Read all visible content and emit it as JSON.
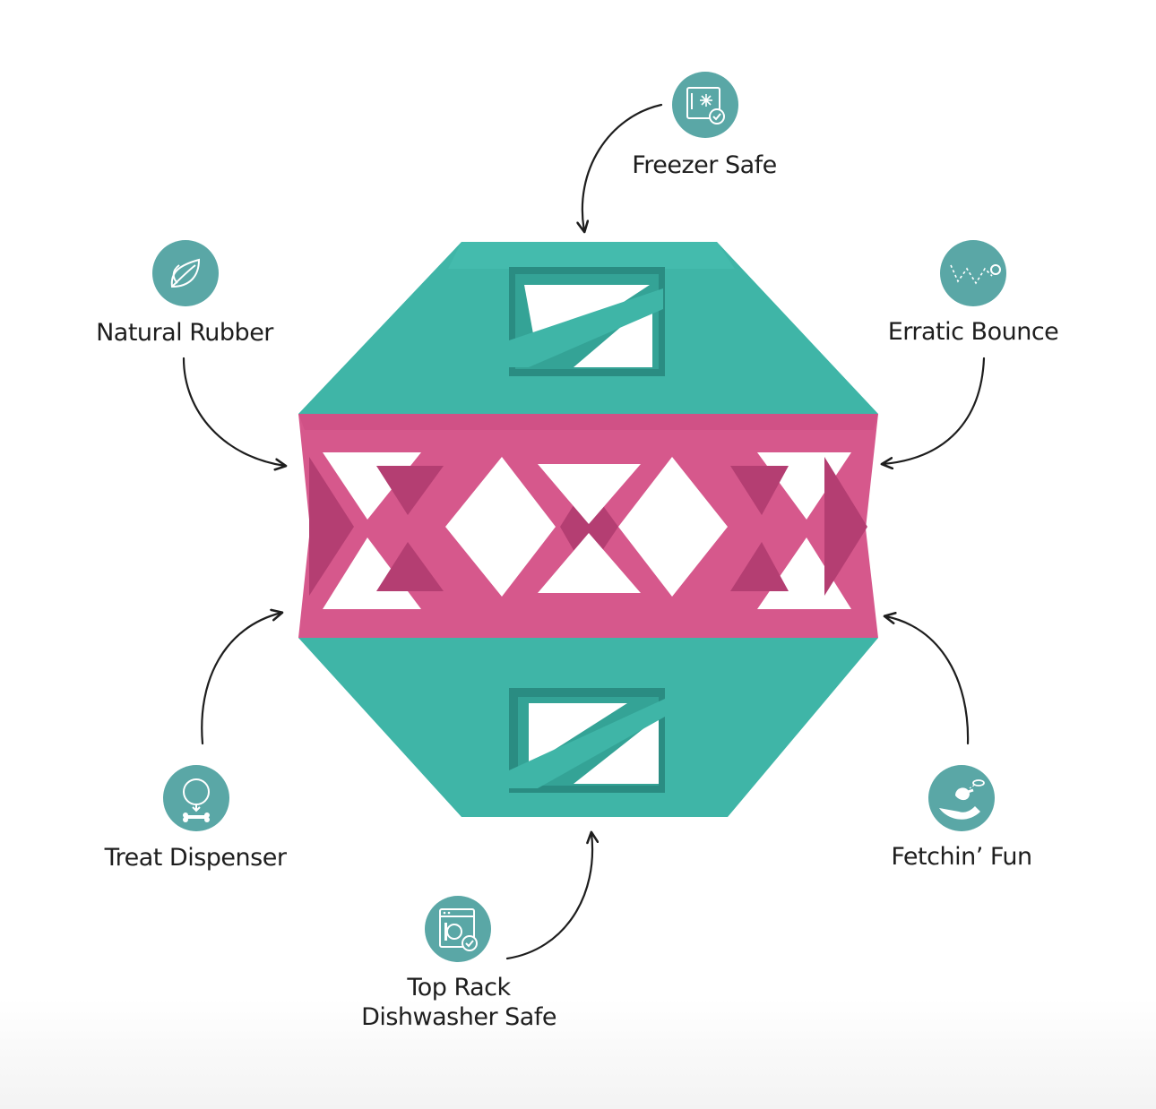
{
  "features": {
    "freezer": {
      "label": "Freezer Safe",
      "icon": "freezer-icon"
    },
    "natural": {
      "label": "Natural Rubber",
      "icon": "leaf-icon"
    },
    "bounce": {
      "label": "Erratic Bounce",
      "icon": "bounce-icon"
    },
    "treat": {
      "label": "Treat Dispenser",
      "icon": "treat-bone-icon"
    },
    "fetch": {
      "label": "Fetchin’ Fun",
      "icon": "dog-fetch-icon"
    },
    "dishwasher": {
      "label_line1": "Top Rack",
      "label_line2": "Dishwasher Safe",
      "icon": "dishwasher-icon"
    }
  },
  "colors": {
    "teal_toy": "#3fb5a7",
    "pink_toy": "#d6588c",
    "badge_teal": "#5aa7a6",
    "arrow": "#1e1e1e"
  }
}
